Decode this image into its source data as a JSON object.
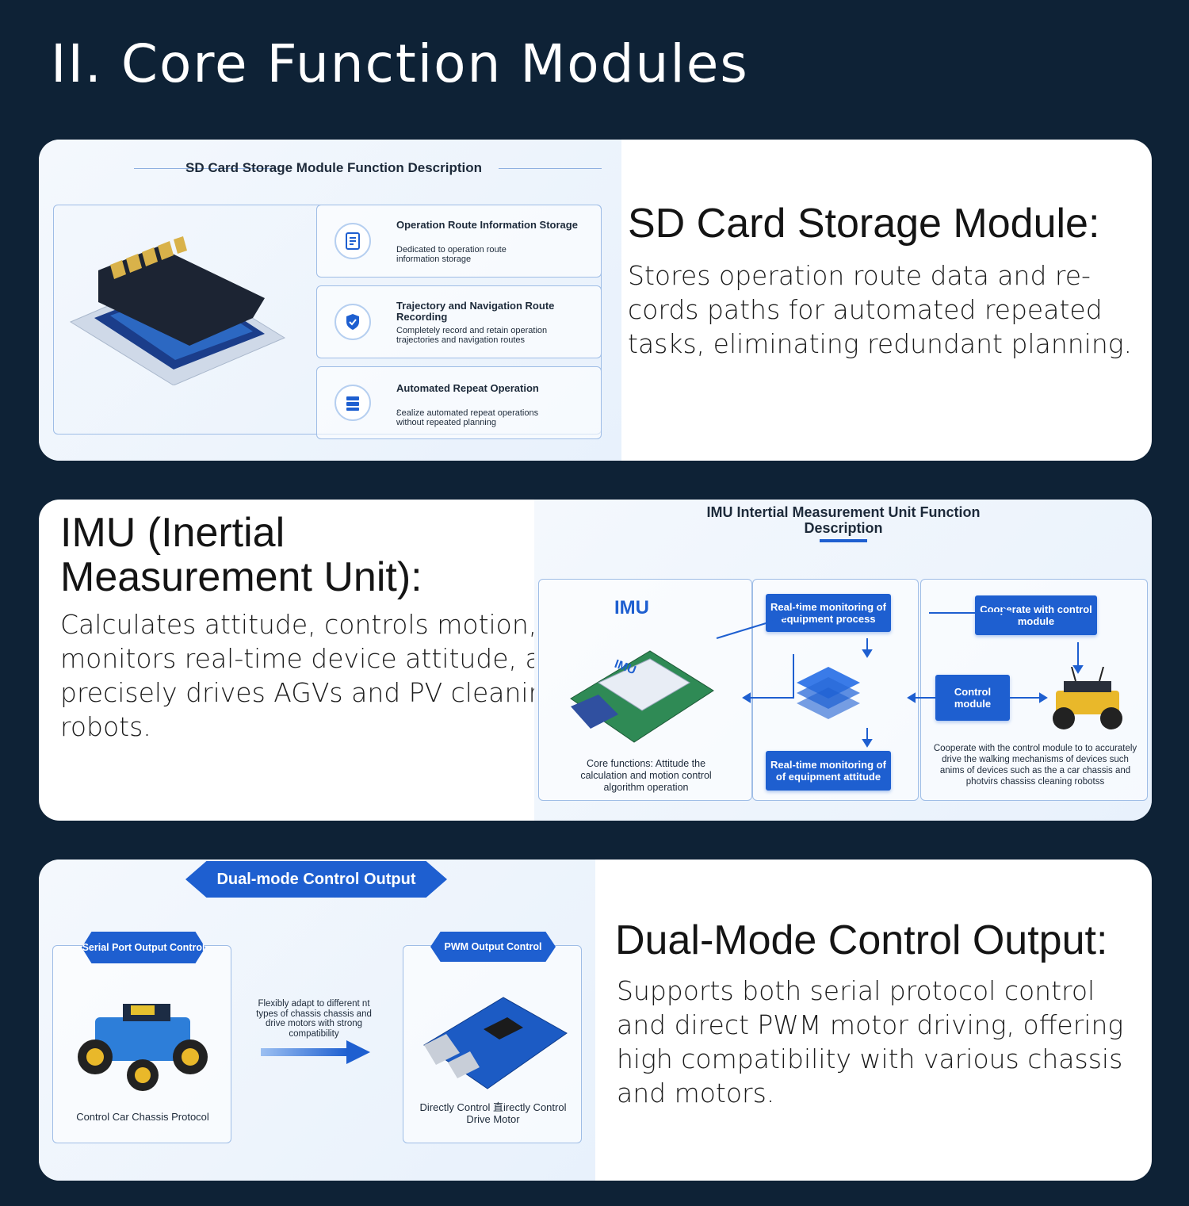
{
  "page": {
    "title": "II. Core Function Modules"
  },
  "sd_module": {
    "heading": "SD Card Storage Module:",
    "description": "Stores operation route data and re-cords paths for automated repeated tasks, eliminating redundant planning.",
    "infographic": {
      "title": "SD Card Storage Module Function Description",
      "features": [
        {
          "title": "Operation Route Information Storage",
          "desc": "Dedicated to operation route information storage",
          "icon": "document-icon"
        },
        {
          "title": "Trajectory and Navigation Route Recording",
          "desc": "Completely record and retain operation trajectories and navigation routes",
          "icon": "shield-icon"
        },
        {
          "title": "Automated Repeat Operation",
          "desc": "Ɛealize automated repeat operations without repeated planning",
          "icon": "layers-icon"
        }
      ]
    }
  },
  "imu_module": {
    "heading": "IMU (Inertial Measurement Unit):",
    "description": "Calculates attitude, controls motion, monitors real-time device attitude, and precisely drives AGVs and PV cleaning robots.",
    "infographic": {
      "title": "IMU Intertial Measurement Unit Function Description",
      "imu_label": "IMU",
      "chip_label": "IMU",
      "core_functions": "Core functions: Attitude the calculation and motion control algorithm operation",
      "process_btn": "Real-time monitoring of equipment process",
      "attitude_btn": "Real-time monitoring of of equipment attitude",
      "cooperate_btn": "Cooperate with control module",
      "control_btn": "Control module",
      "cooperate_desc": "Cooperate with the control module to to accurately drive the walking mechanisms of devices such anims of devices such as the a car chassis and photvirs chassiss cleaning robotss"
    }
  },
  "dual_module": {
    "heading": "Dual-Mode Control Output:",
    "description": "Supports both serial protocol control and direct PWM motor driving, offering high compatibility with various chassis and motors.",
    "infographic": {
      "title": "Dual-mode Control Output",
      "serial_ribbon": "Serial Port Output Control",
      "serial_caption": "Control Car Chassis Protocol",
      "pwm_ribbon": "PWM Output Control",
      "pwm_caption": "Directly Control 直irectly Control Drive Motor",
      "middle_text": "Flexibly adapt to different nt types of chassis chassis and drive motors with strong compatibility"
    }
  },
  "colors": {
    "background": "#0e2236",
    "accent": "#1e5fd0",
    "card": "#ffffff"
  }
}
